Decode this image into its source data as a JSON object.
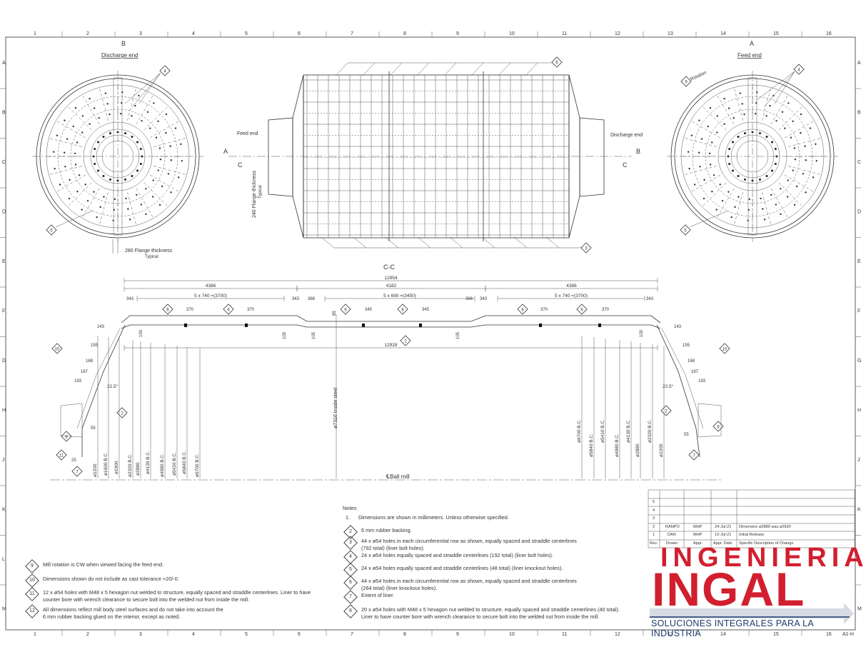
{
  "columns": [
    "1",
    "2",
    "3",
    "4",
    "5",
    "6",
    "7",
    "8",
    "9",
    "10",
    "11",
    "12",
    "13",
    "14",
    "15",
    "16"
  ],
  "rows": [
    "A",
    "B",
    "C",
    "D",
    "E",
    "F",
    "G",
    "H",
    "J",
    "K",
    "L",
    "M"
  ],
  "views": {
    "left_letter": "B",
    "left_title": "Discharge end",
    "right_letter": "A",
    "right_title": "Feed end",
    "rotation_label": "Rotation",
    "flange_left": "280 Flange thickness",
    "flange_left_sub": "Typical",
    "flange_mid": "240 Flange thickness",
    "flange_mid_sub": "Typical",
    "feed_end": "Feed end",
    "discharge_end": "Discharge end",
    "sec_a": "A",
    "sec_b": "B",
    "sec_c1": "C",
    "sec_c2": "C",
    "section_title": "C-C",
    "ball_mill": "Ball mill"
  },
  "callouts": {
    "c2": "2",
    "c3": "3",
    "c4": "4",
    "c5": "5",
    "c6": "6",
    "c7": "7",
    "c8": "8",
    "c9": "9",
    "c10": "10",
    "c11": "11"
  },
  "dims": {
    "overall": "12954",
    "left_len": "4386",
    "mid_len": "4182",
    "right_len": "4386",
    "left_holes": "5 x 740 =(3700)",
    "mid_holes": "5 x 690 =(3450)",
    "right_holes": "5 x 740 =(3700)",
    "d343": "343",
    "d366": "366",
    "d370": "370",
    "d345": "345",
    "d85": "85",
    "d100": "100",
    "d105": "105",
    "inner": "12928",
    "d143": "143",
    "d155": "155",
    "d168": "168",
    "d167": "167",
    "d193": "193",
    "angle": "22.5°",
    "d55": "55",
    "d25": "25",
    "inside_steel": "ø7316 Inside steel",
    "bc_left": [
      "ø1200",
      "ø1600 B.C.",
      "ø1900",
      "ø2320 B.C.",
      "ø2880",
      "ø4130 B.C.",
      "ø4980 B.C.",
      "ø5410 B.C.",
      "ø5840 B.C.",
      "ø6700 B.C."
    ],
    "bc_right": [
      "ø6700 B.C.",
      "ø5840 B.C.",
      "ø5410 B.C.",
      "ø4980 B.C.",
      "ø4130 B.C.",
      "ø2880",
      "ø2320 B.C.",
      "ø1200"
    ]
  },
  "notes_title": "Notes:",
  "notes": [
    {
      "n": "1.",
      "text": [
        "Dimensions are shown in millimeters. Unless otherwise specified."
      ]
    },
    {
      "n": "2",
      "text": [
        "6 mm rubber backing."
      ]
    },
    {
      "n": "3",
      "text": [
        "44 x ø54 holes in each circumferential row as shown, equally spaced and straddle centerlines",
        "(792 total) (liner bolt holes)."
      ]
    },
    {
      "n": "4",
      "text": [
        "24 x ø54 holes equally spaced and straddle centerlines (192 total) (liner bolt holes)."
      ]
    },
    {
      "n": "5",
      "text": [
        "24 x ø54 holes equally spaced and straddle centerlines (48 total) (liner knockout holes)."
      ]
    },
    {
      "n": "6",
      "text": [
        "44 x ø54 holes in each circumferential row as shown, equally spaced and straddle centerlines",
        "(264 total) (liner knockout holes)."
      ]
    },
    {
      "n": "7",
      "text": [
        "Extent of liner."
      ]
    },
    {
      "n": "8",
      "text": [
        "20 x ø54 holes with M48 x 5 hexagon nut welded to structure, equally spaced and straddle centerlines (40 total).",
        "Liner to have counter bore with wrench clearance to secure bolt into the welded nut from inside the mill."
      ]
    }
  ],
  "notes_left": [
    {
      "n": "9",
      "text": [
        "Mill rotation is CW when viewed facing the feed end."
      ]
    },
    {
      "n": "10",
      "text": [
        "Dimensions shown do not include as cast tolerance +20/-0."
      ]
    },
    {
      "n": "11",
      "text": [
        "12 x ø54 holes with M48 x 5 hexagon nut welded to structure, equally spaced and straddle centerlines. Liner to have",
        "counter bore with wrench clearance to secure bolt into the welded nut from inside the mill."
      ]
    },
    {
      "n": "12",
      "text": [
        "All dimensions reflect mill body steel surfaces and do not take into account the",
        "6 mm rubber backing glued on the interior, except as noted."
      ]
    }
  ],
  "revisions": {
    "row5": "5",
    "row4": "4",
    "row3": "3",
    "r2": [
      "2",
      "RANPO",
      "MHP",
      "24-Jul-21",
      "Dimension ø2880 was ø2920"
    ],
    "r1": [
      "1",
      "DAN",
      "MHP",
      "12-Jul-21",
      "Initial Release"
    ],
    "hdr": [
      "Rev.",
      "Drawn",
      "Appr.",
      "Appr. Date",
      "Specific Description of Change"
    ]
  },
  "logo": {
    "top": "INGENIERIA",
    "main": "INGAL",
    "tagline": "SOLUCIONES INTEGRALES PARA LA INDUSTRIA"
  },
  "sheet": "A1-H",
  "colors": {
    "brand_red": "#d21f2f",
    "brand_blue": "#1c3a6b",
    "line": "#333333"
  }
}
